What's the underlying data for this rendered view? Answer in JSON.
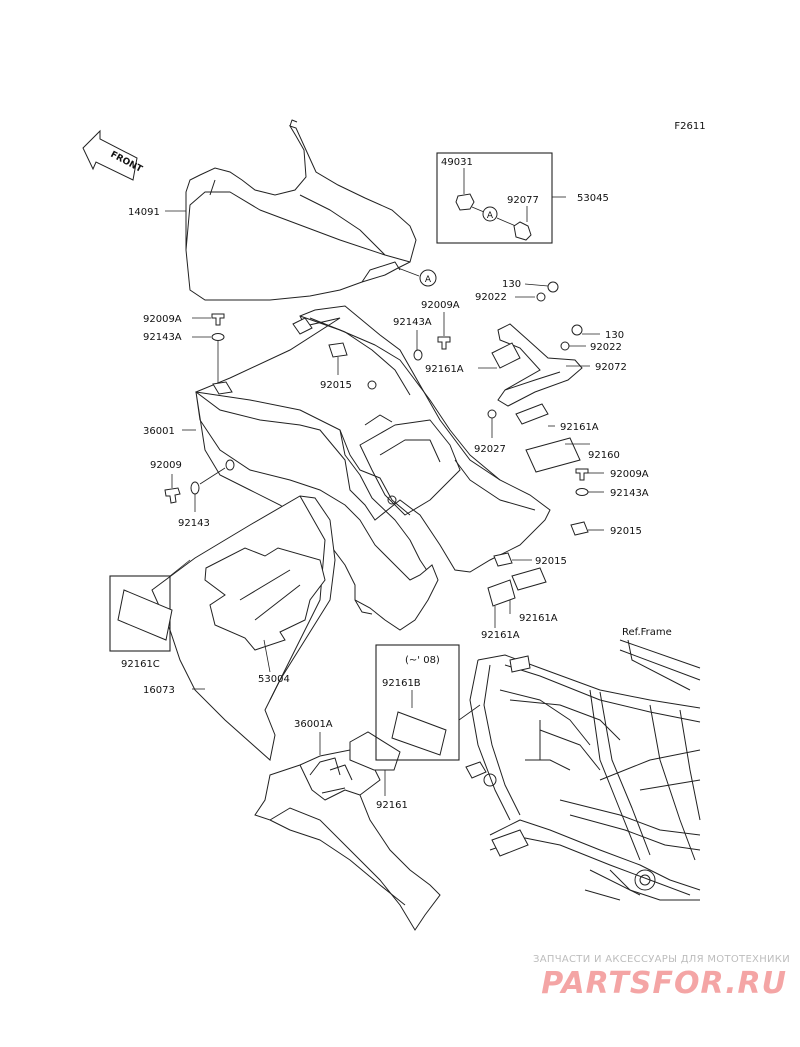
{
  "figure_code": "F2611",
  "front_label": "FRONT",
  "parts": {
    "p14091": "14091",
    "p49031": "49031",
    "p92077": "92077",
    "p53045": "53045",
    "p130a": "130",
    "p92022a": "92022",
    "p130b": "130",
    "p92022b": "92022",
    "p92072": "92072",
    "p92009A_l": "92009A",
    "p92143A_l": "92143A",
    "p92009A_m": "92009A",
    "p92143A_m": "92143A",
    "p92015_l": "92015",
    "p92161A_a": "92161A",
    "p92161A_b": "92161A",
    "p36001": "36001",
    "p92027": "92027",
    "p92160": "92160",
    "p92009A_r": "92009A",
    "p92143A_r": "92143A",
    "p92015_r": "92015",
    "p92009": "92009",
    "p92143": "92143",
    "p92015_b": "92015",
    "p92161A_c": "92161A",
    "p92161A_d": "92161A",
    "p92161C": "92161C",
    "p16073": "16073",
    "p53004": "53004",
    "p92161B": "92161B",
    "p36001A": "36001A",
    "p92161": "92161"
  },
  "callout_letter": "A",
  "note_08": "(~' 08)",
  "ref_frame": "Ref.Frame",
  "watermark_text": "ЗАПЧАСТИ И АКСЕССУАРЫ ДЛЯ МОТОТЕХНИКИ",
  "watermark_logo": "PARTSFOR.RU"
}
